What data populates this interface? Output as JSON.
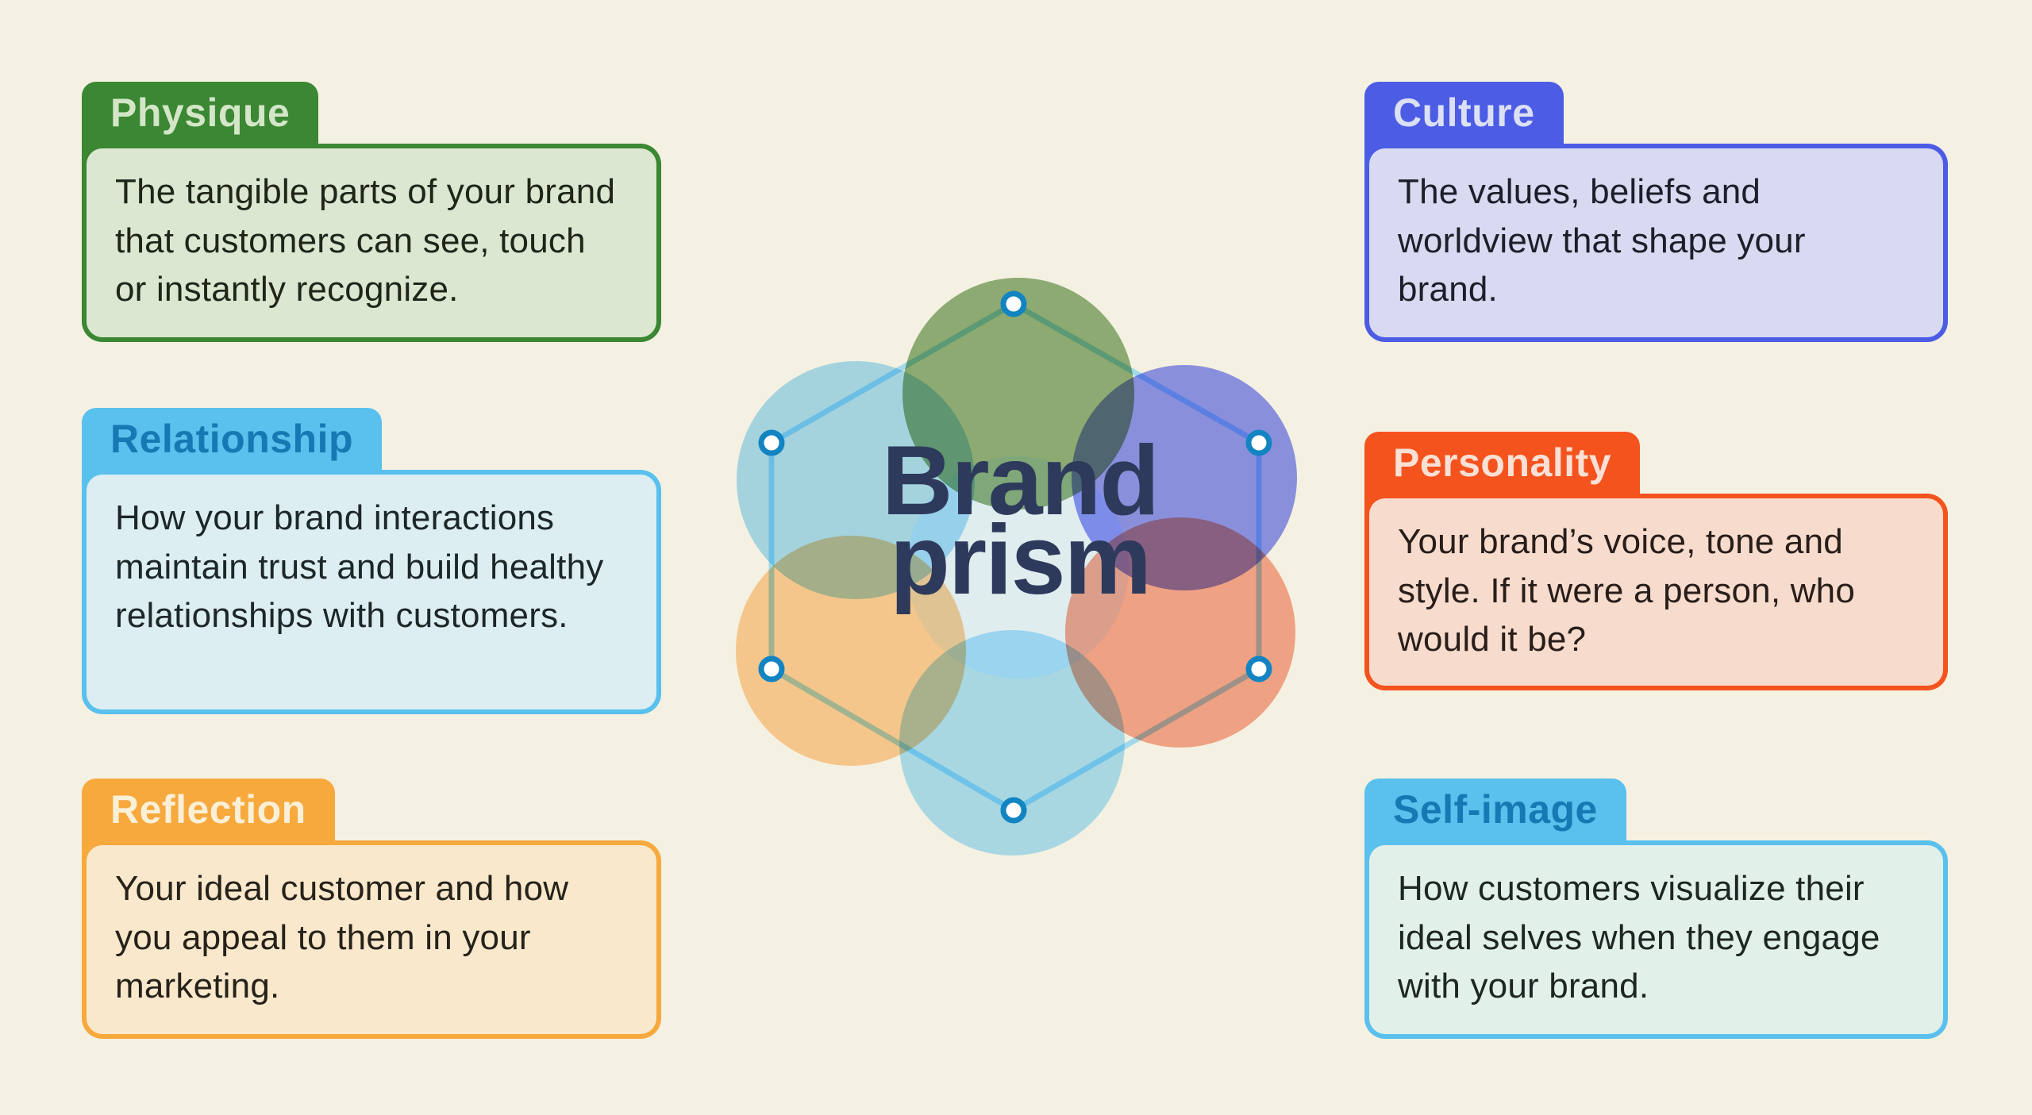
{
  "page": {
    "background": "#f4f1e2"
  },
  "prism": {
    "title_line1": "Brand",
    "title_line2": "prism",
    "title_color": "#2e3a5c",
    "hexagon": {
      "stroke": "#a1d9e8",
      "center_fill": "#e0edef",
      "node_fill": "#ffffff",
      "node_ring": "#1284c2"
    },
    "circles": [
      {
        "name": "physique-circle",
        "color": "#92b481"
      },
      {
        "name": "relationship-circle",
        "color": "#ace0fb"
      },
      {
        "name": "culture-circle",
        "color": "#9097f9"
      },
      {
        "name": "personality-circle",
        "color": "#faaa94"
      },
      {
        "name": "self-image-circle",
        "color": "#b0e4ff"
      },
      {
        "name": "reflection-circle",
        "color": "#ffd29d"
      }
    ]
  },
  "cards": [
    {
      "id": "physique",
      "title": "Physique",
      "description": "The tangible parts of your brand that customers can see, touch or instantly recognize.",
      "colors": {
        "accent": "#3b8733",
        "tab_text": "#d3e6c8",
        "body_bg": "#dbe7d0",
        "body_text": "#1f2519"
      }
    },
    {
      "id": "relationship",
      "title": "Relationship",
      "description": "How your brand interactions maintain trust and build healthy relationships with customers.",
      "colors": {
        "accent": "#5ac0ed",
        "tab_text": "#1779b3",
        "body_bg": "#dceef1",
        "body_text": "#1d2629"
      }
    },
    {
      "id": "reflection",
      "title": "Reflection",
      "description": "Your ideal customer and how you appeal to them in your marketing.",
      "colors": {
        "accent": "#f7a93d",
        "tab_text": "#faf0d7",
        "body_bg": "#f9e8cb",
        "body_text": "#26221a"
      }
    },
    {
      "id": "culture",
      "title": "Culture",
      "description": "The values, beliefs and worldview that shape your brand.",
      "colors": {
        "accent": "#4c5ce5",
        "tab_text": "#dbe0f5",
        "body_bg": "#d7daf0",
        "body_text": "#1c1f2a"
      }
    },
    {
      "id": "personality",
      "title": "Personality",
      "description": "Your brand’s voice, tone and style. If it were a person, who would it be?",
      "colors": {
        "accent": "#f4531d",
        "tab_text": "#fbe0d6",
        "body_bg": "#f7dcce",
        "body_text": "#281d19"
      }
    },
    {
      "id": "self-image",
      "title": "Self-image",
      "description": "How customers visualize their ideal selves when they engage with your brand.",
      "colors": {
        "accent": "#5ac0ed",
        "tab_text": "#1779b3",
        "body_bg": "#e2f0ea",
        "body_text": "#1d2622"
      }
    }
  ]
}
